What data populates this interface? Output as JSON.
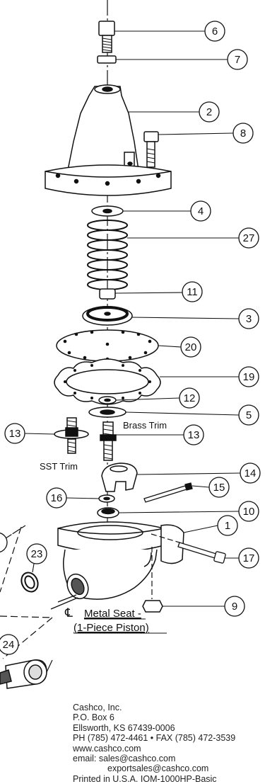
{
  "callouts": [
    "6",
    "7",
    "2",
    "8",
    "4",
    "27",
    "11",
    "3",
    "20",
    "19",
    "12",
    "5",
    "13",
    "13",
    "14",
    "15",
    "16",
    "10",
    "1",
    "17",
    "9",
    "23",
    "24"
  ],
  "labels": {
    "brass_trim": "Brass Trim",
    "sst_trim": "SST Trim",
    "centerline": "℄",
    "metal_seat_line1": "Metal Seat -",
    "metal_seat_line2": "(1-Piece Piston)"
  },
  "footer": {
    "company": "Cashco, Inc.",
    "po_box": "P.O. Box 6",
    "city": "Ellsworth, KS  67439-0006",
    "phone_fax": "PH  (785)  472-4461 • FAX  (785) 472-3539",
    "website": "www.cashco.com",
    "email": "email: sales@cashco.com",
    "export_email": "exportsales@cashco.com",
    "printed": "Printed in U.S.A.   IOM-1000HP-Basic"
  }
}
